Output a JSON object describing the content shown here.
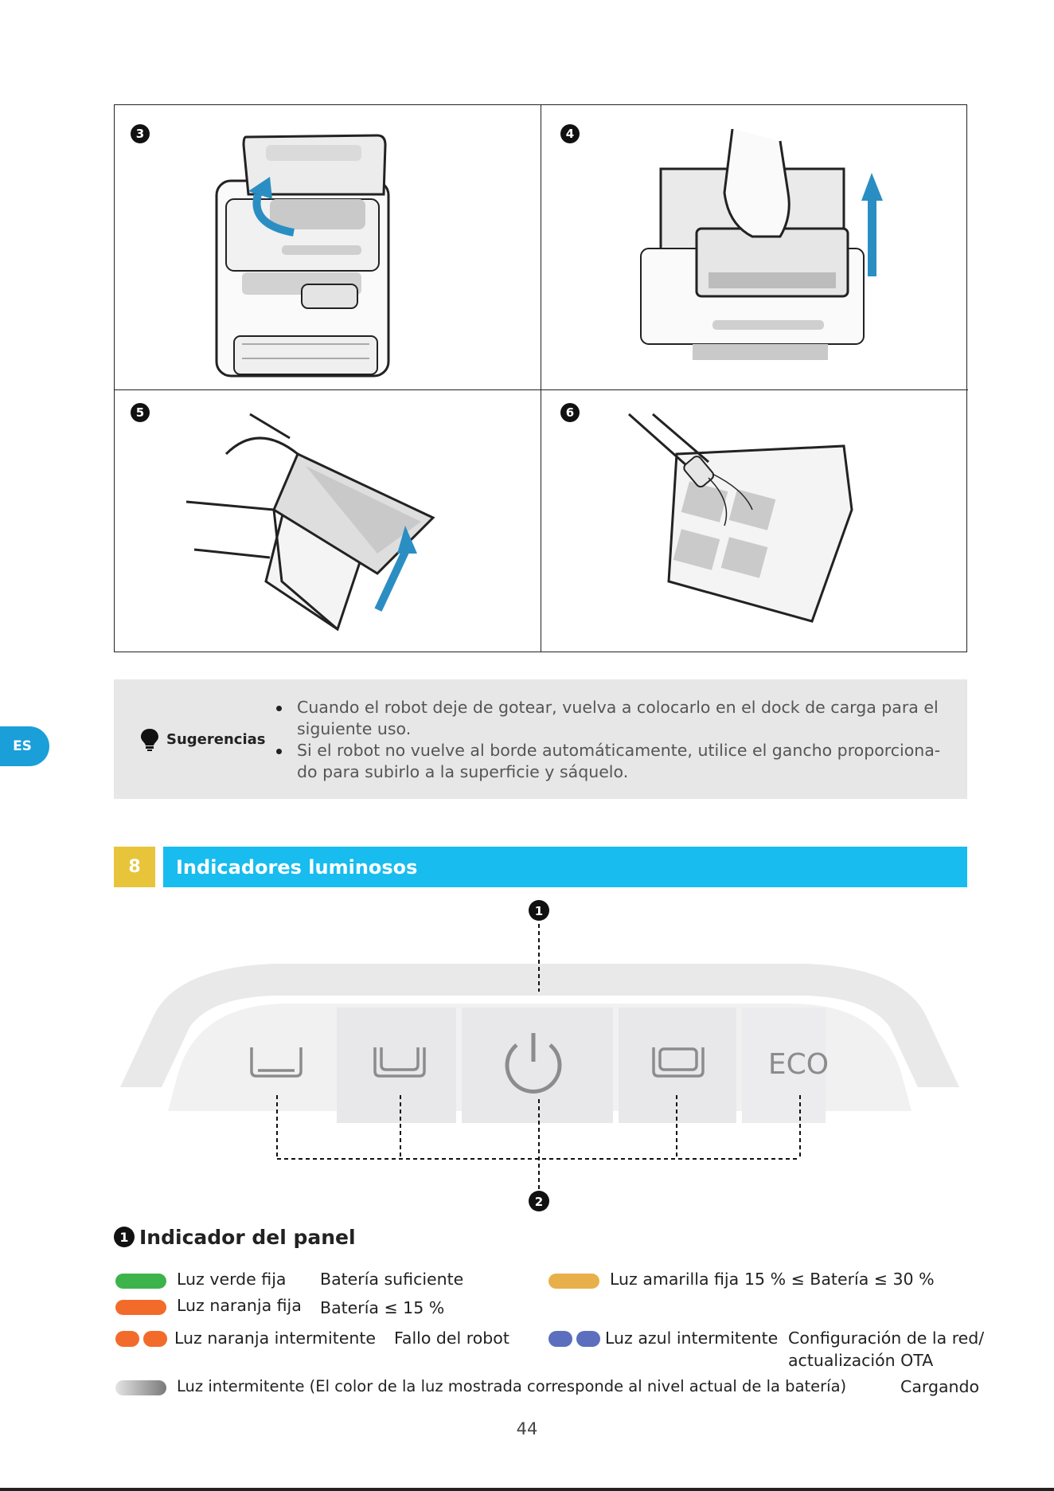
{
  "steps": [
    "3",
    "4",
    "5",
    "6"
  ],
  "language_tab": "ES",
  "tips": {
    "label": "Sugerencias",
    "items": [
      "Cuando el robot deje de gotear, vuelva a colocarlo en el dock de carga para el siguiente uso.",
      "Si el robot no vuelve al borde automáticamente, utilice el gancho proporciona-do para subirlo a la superficie y sáquelo."
    ]
  },
  "section": {
    "number": "8",
    "title": "Indicadores luminosos"
  },
  "panel": {
    "callout_1": "1",
    "callout_2": "2",
    "eco_label": "ECO",
    "icons": [
      "floor-mode-icon",
      "wall-mode-icon",
      "power-icon",
      "waterline-mode-icon",
      "eco-mode"
    ]
  },
  "legend": {
    "badge": "1",
    "title": "Indicador del panel",
    "rows": [
      {
        "light": "Luz verde fija",
        "meaning": "Batería suficiente",
        "color": "#3cb44b"
      },
      {
        "light": "Luz naranja fija",
        "meaning": "Batería ≤ 15 %",
        "color": "#f26b2a"
      },
      {
        "light": "Luz naranja intermitente",
        "meaning": "Fallo del robot",
        "color": "#f26b2a"
      },
      {
        "light": "Luz amarilla fija",
        "meaning": "15 % ≤ Batería ≤ 30 %",
        "color": "#e8b04a"
      },
      {
        "light": "Luz azul intermitente",
        "meaning_1": "Configuración de la red/",
        "meaning_2": "actualización OTA",
        "color": "#5b6fbe"
      },
      {
        "light": "Luz intermitente (El color de la luz mostrada corresponde al nivel actual de la batería)",
        "meaning": "Cargando"
      }
    ]
  },
  "page_number": "44"
}
